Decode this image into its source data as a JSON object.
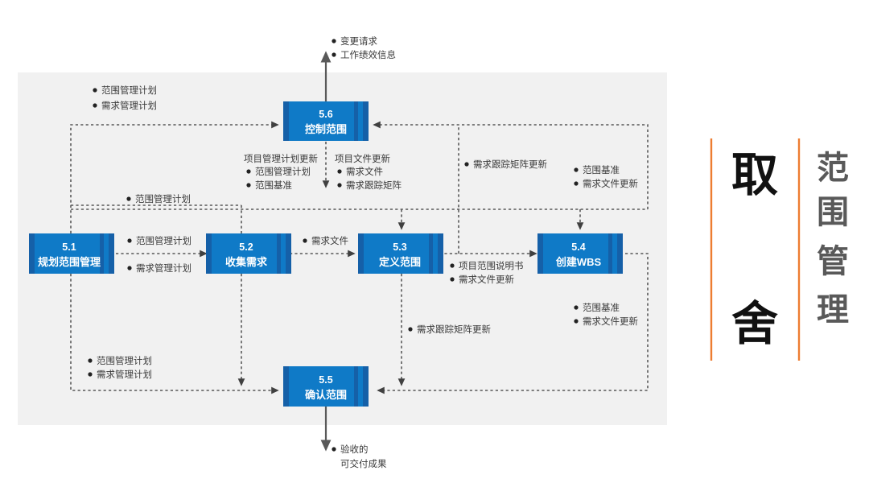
{
  "diagram": {
    "title_vertical": "取舍",
    "subtitle_vertical": "范围管理",
    "accent_color": "#ed7d31",
    "box_color": "#0f7ac7",
    "box_edge_color": "#1560a8",
    "panel_color": "#f1f1f1",
    "line_color": "#595959"
  },
  "processes": [
    {
      "id": "p51",
      "num": "5.1",
      "name": "规划范围管理"
    },
    {
      "id": "p52",
      "num": "5.2",
      "name": "收集需求"
    },
    {
      "id": "p53",
      "num": "5.3",
      "name": "定义范围"
    },
    {
      "id": "p54",
      "num": "5.4",
      "name": "创建WBS"
    },
    {
      "id": "p55",
      "num": "5.5",
      "name": "确认范围"
    },
    {
      "id": "p56",
      "num": "5.6",
      "name": "控制范围"
    }
  ],
  "labels": {
    "top_out_1": "变更请求",
    "top_out_2": "工作绩效信息",
    "upper_left_1": "范围管理计划",
    "upper_left_2": "需求管理计划",
    "mid_left_1": "范围管理计划",
    "pm_plan_update_header": "项目管理计划更新",
    "pm_plan_update_1": "范围管理计划",
    "pm_plan_update_2": "范围基准",
    "proj_doc_update_header": "项目文件更新",
    "proj_doc_update_1": "需求文件",
    "proj_doc_update_2": "需求跟踪矩阵",
    "rtm_update_upper": "需求跟踪矩阵更新",
    "baseline_upper_1": "范围基准",
    "baseline_upper_2": "需求文件更新",
    "p51_to_p52_1": "范围管理计划",
    "p51_to_p52_2": "需求管理计划",
    "p52_to_p53": "需求文件",
    "p53_to_p54_1": "项目范围说明书",
    "p53_to_p54_2": "需求文件更新",
    "baseline_lower_1": "范围基准",
    "baseline_lower_2": "需求文件更新",
    "rtm_update_lower": "需求跟踪矩阵更新",
    "lower_left_1": "范围管理计划",
    "lower_left_2": "需求管理计划",
    "bottom_out_1": "验收的",
    "bottom_out_2": "可交付成果"
  }
}
